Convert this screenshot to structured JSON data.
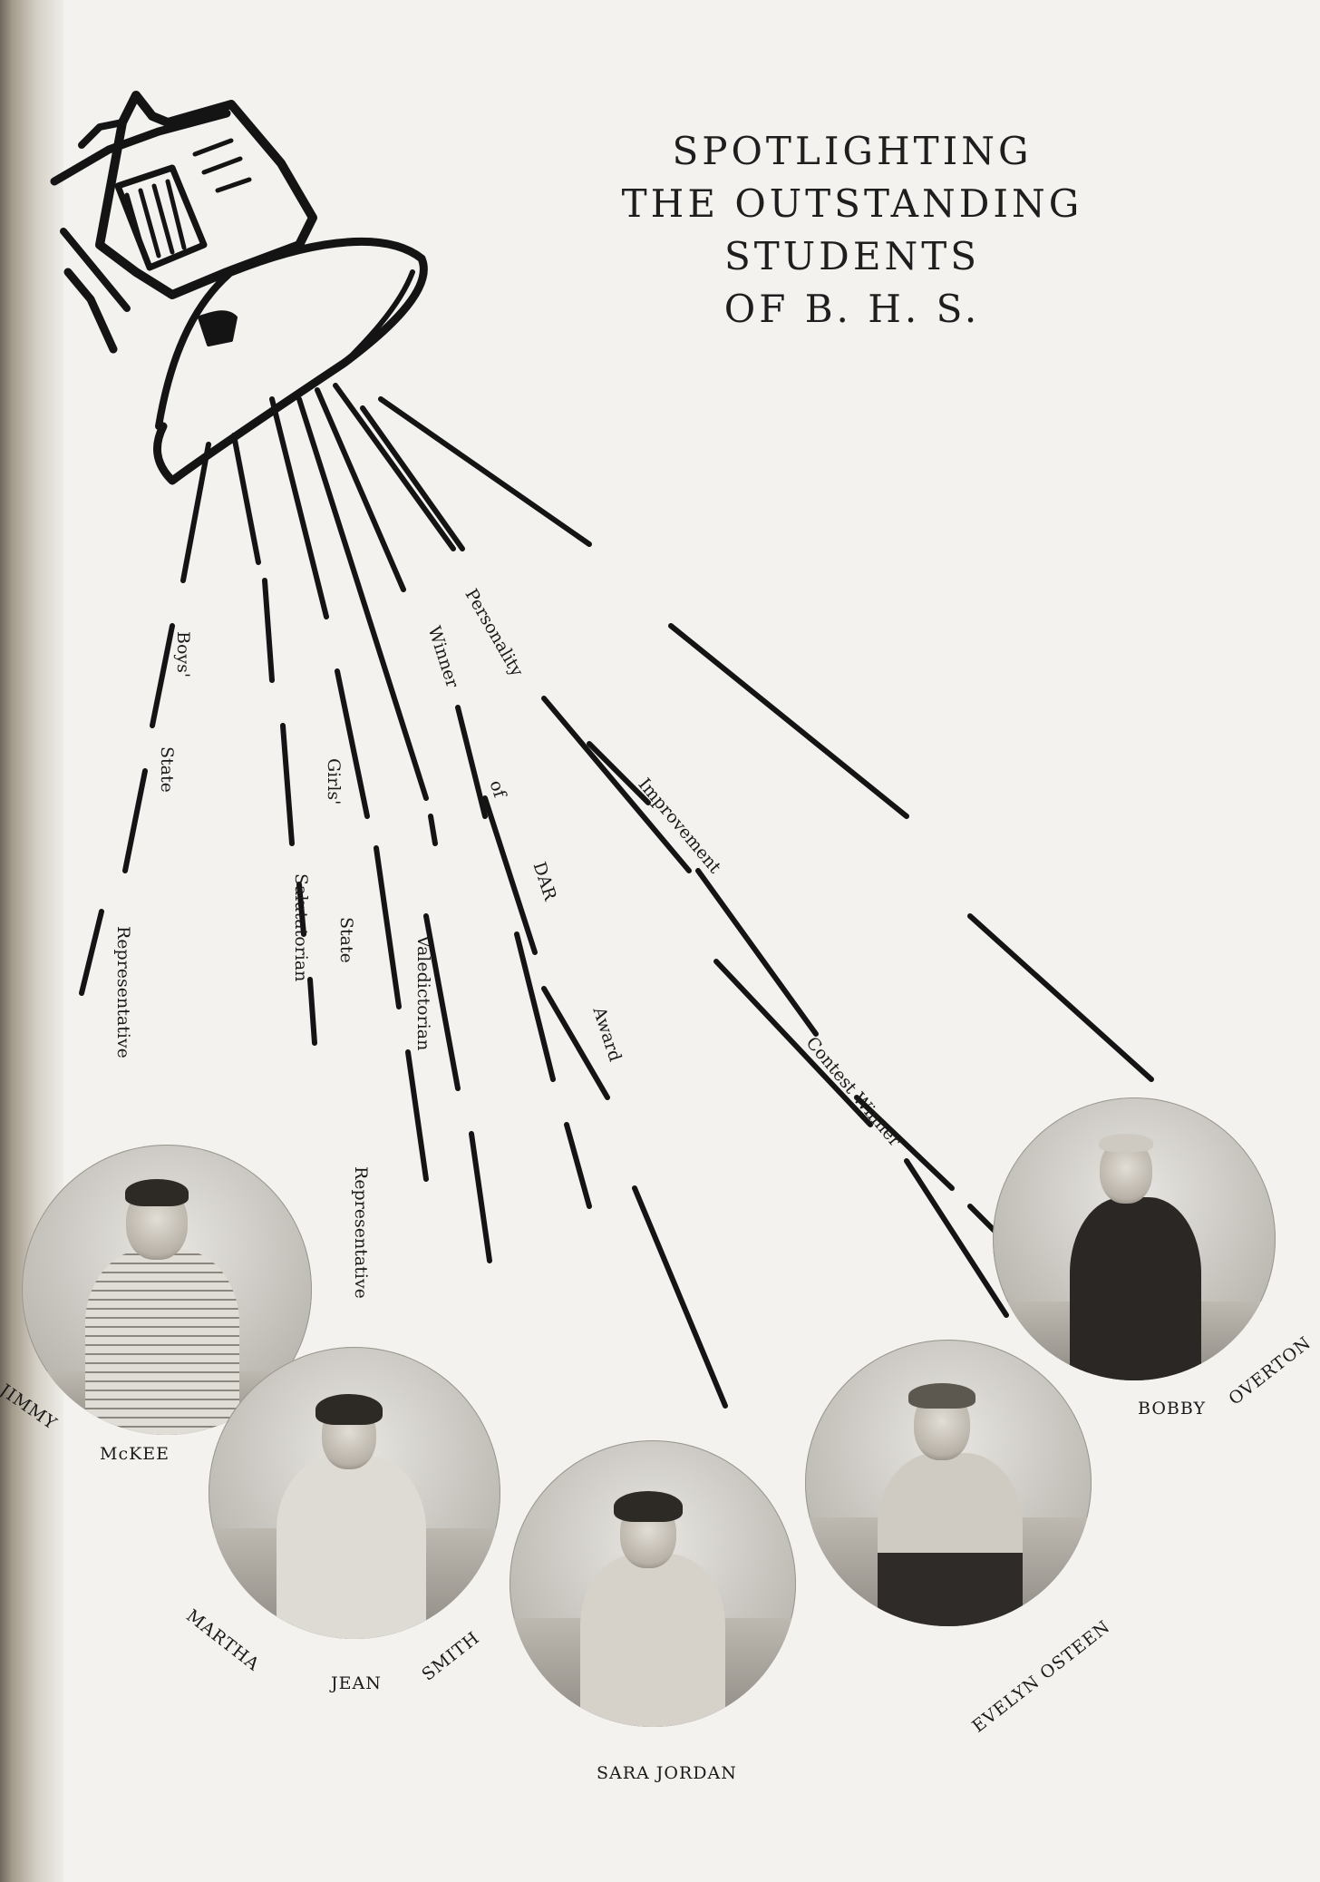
{
  "page": {
    "title_lines": [
      "SPOTLIGHTING",
      "THE OUTSTANDING",
      "STUDENTS",
      "OF B. H. S."
    ]
  },
  "beam_labels": {
    "boys_state": [
      "Boys'",
      "State",
      "Representative"
    ],
    "salutatorian": "Salutatorian",
    "girls_state": [
      "Girls'",
      "State",
      "Representative"
    ],
    "valedictorian": "Valedictorian",
    "dar": [
      "Winner",
      "of",
      "DAR",
      "Award"
    ],
    "personality": "Personality",
    "improvement": "Improvement",
    "contest": "Contest Winner"
  },
  "students": [
    {
      "first": "JIMMY",
      "last": "McKEE"
    },
    {
      "first": "MARTHA",
      "middle": "JEAN",
      "last": "SMITH"
    },
    {
      "full": "SARA JORDAN"
    },
    {
      "full": "EVELYN OSTEEN"
    },
    {
      "first": "BOBBY",
      "last": "OVERTON"
    }
  ],
  "icons": {
    "spotlight": "spotlight-icon"
  }
}
